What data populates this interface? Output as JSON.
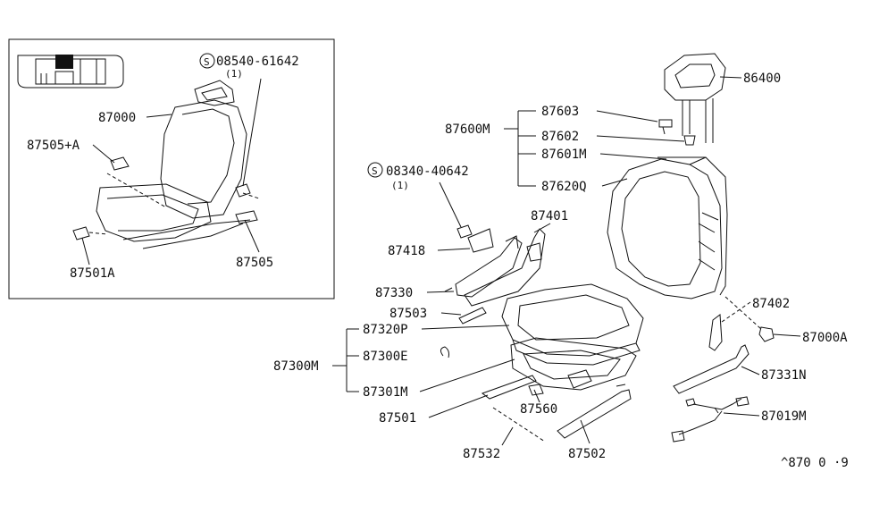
{
  "inset": {
    "labels": {
      "screw_code": "08540-61642",
      "screw_qty": "(1)",
      "seat": "87000",
      "knob": "87505+A",
      "clip": "87501A",
      "cover": "87505"
    },
    "screw_symbol": "S"
  },
  "parts": {
    "headrest": "86400",
    "assy_upper": "87600M",
    "p87603": "87603",
    "p87602": "87602",
    "p87601m": "87601M",
    "p87620q": "87620Q",
    "screw2_code": "08340-40642",
    "screw2_qty": "(1)",
    "screw2_symbol": "S",
    "p87401": "87401",
    "p87418": "87418",
    "p87330": "87330",
    "p87503": "87503",
    "p87402": "87402",
    "p87000a": "87000A",
    "p87320p": "87320P",
    "assy_lower": "87300M",
    "p87300e": "87300E",
    "p87331n": "87331N",
    "p87301m": "87301M",
    "p87019m": "87019M",
    "p87501": "87501",
    "p87560": "87560",
    "p87532": "87532",
    "p87502": "87502",
    "figure_code": "^870 0 ·9"
  }
}
